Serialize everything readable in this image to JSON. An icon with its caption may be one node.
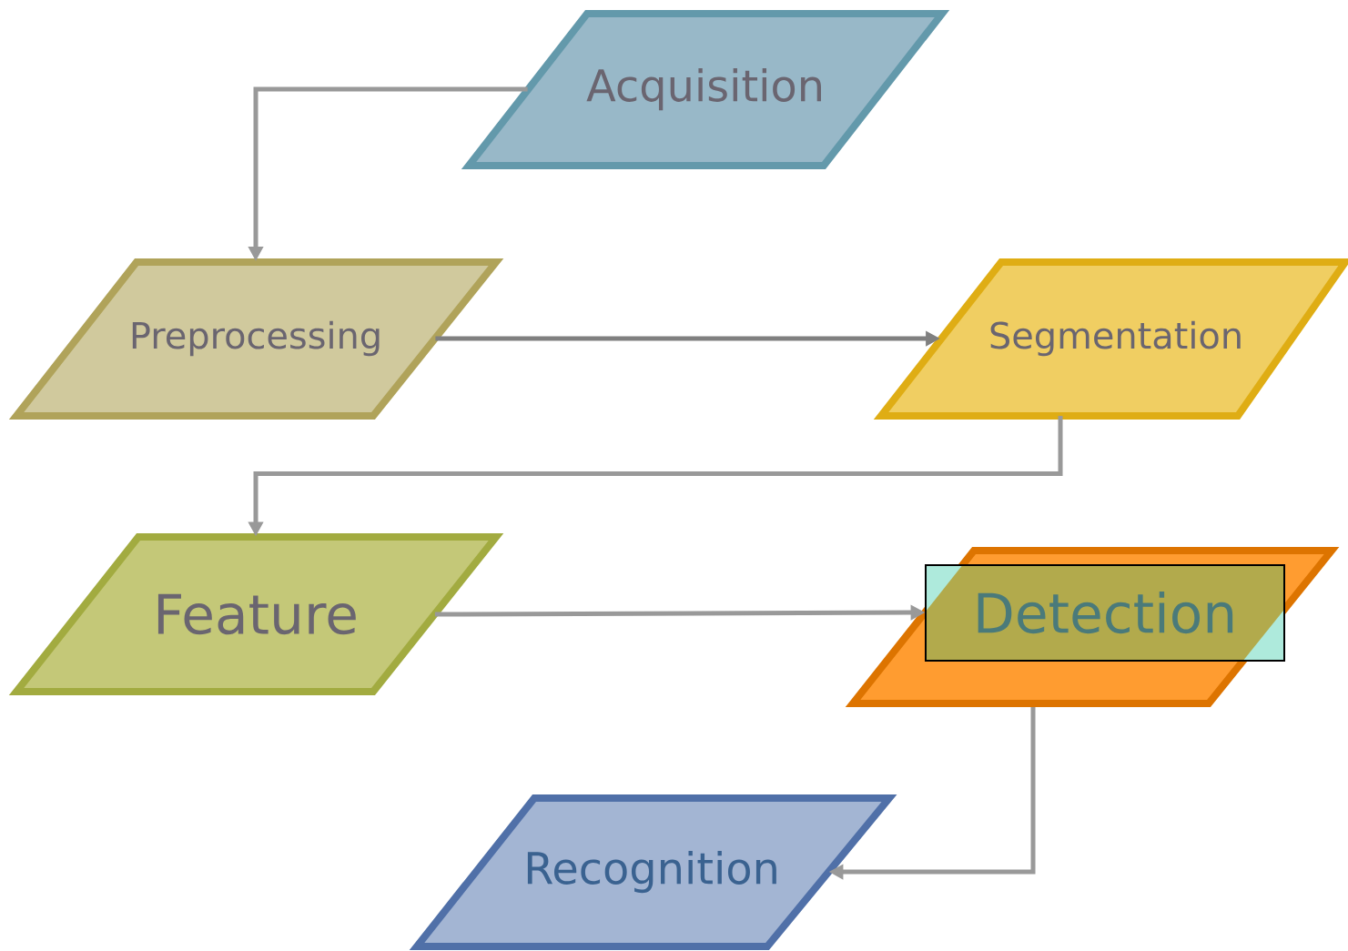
{
  "diagram": {
    "nodes": [
      {
        "text": [
          "Acquisition"
        ]
      },
      {
        "text": [
          "Preprocessing"
        ]
      },
      {
        "text": [
          "Segmentation"
        ]
      },
      {
        "text": [
          "Feature"
        ]
      },
      {
        "text": [
          "Detection"
        ]
      },
      {
        "text": [
          "Recognition"
        ]
      }
    ],
    "edges": [
      {
        "from": 0,
        "to": 1,
        "arrow": "to"
      },
      {
        "from": 1,
        "to": 2,
        "arrow": "to",
        "color": "#808080"
      },
      {
        "from": 2,
        "to": 3,
        "arrow": "to"
      },
      {
        "from": 3,
        "to": 4,
        "arrow": "to"
      },
      {
        "from": 4,
        "to": 5,
        "arrow": "to"
      }
    ]
  }
}
